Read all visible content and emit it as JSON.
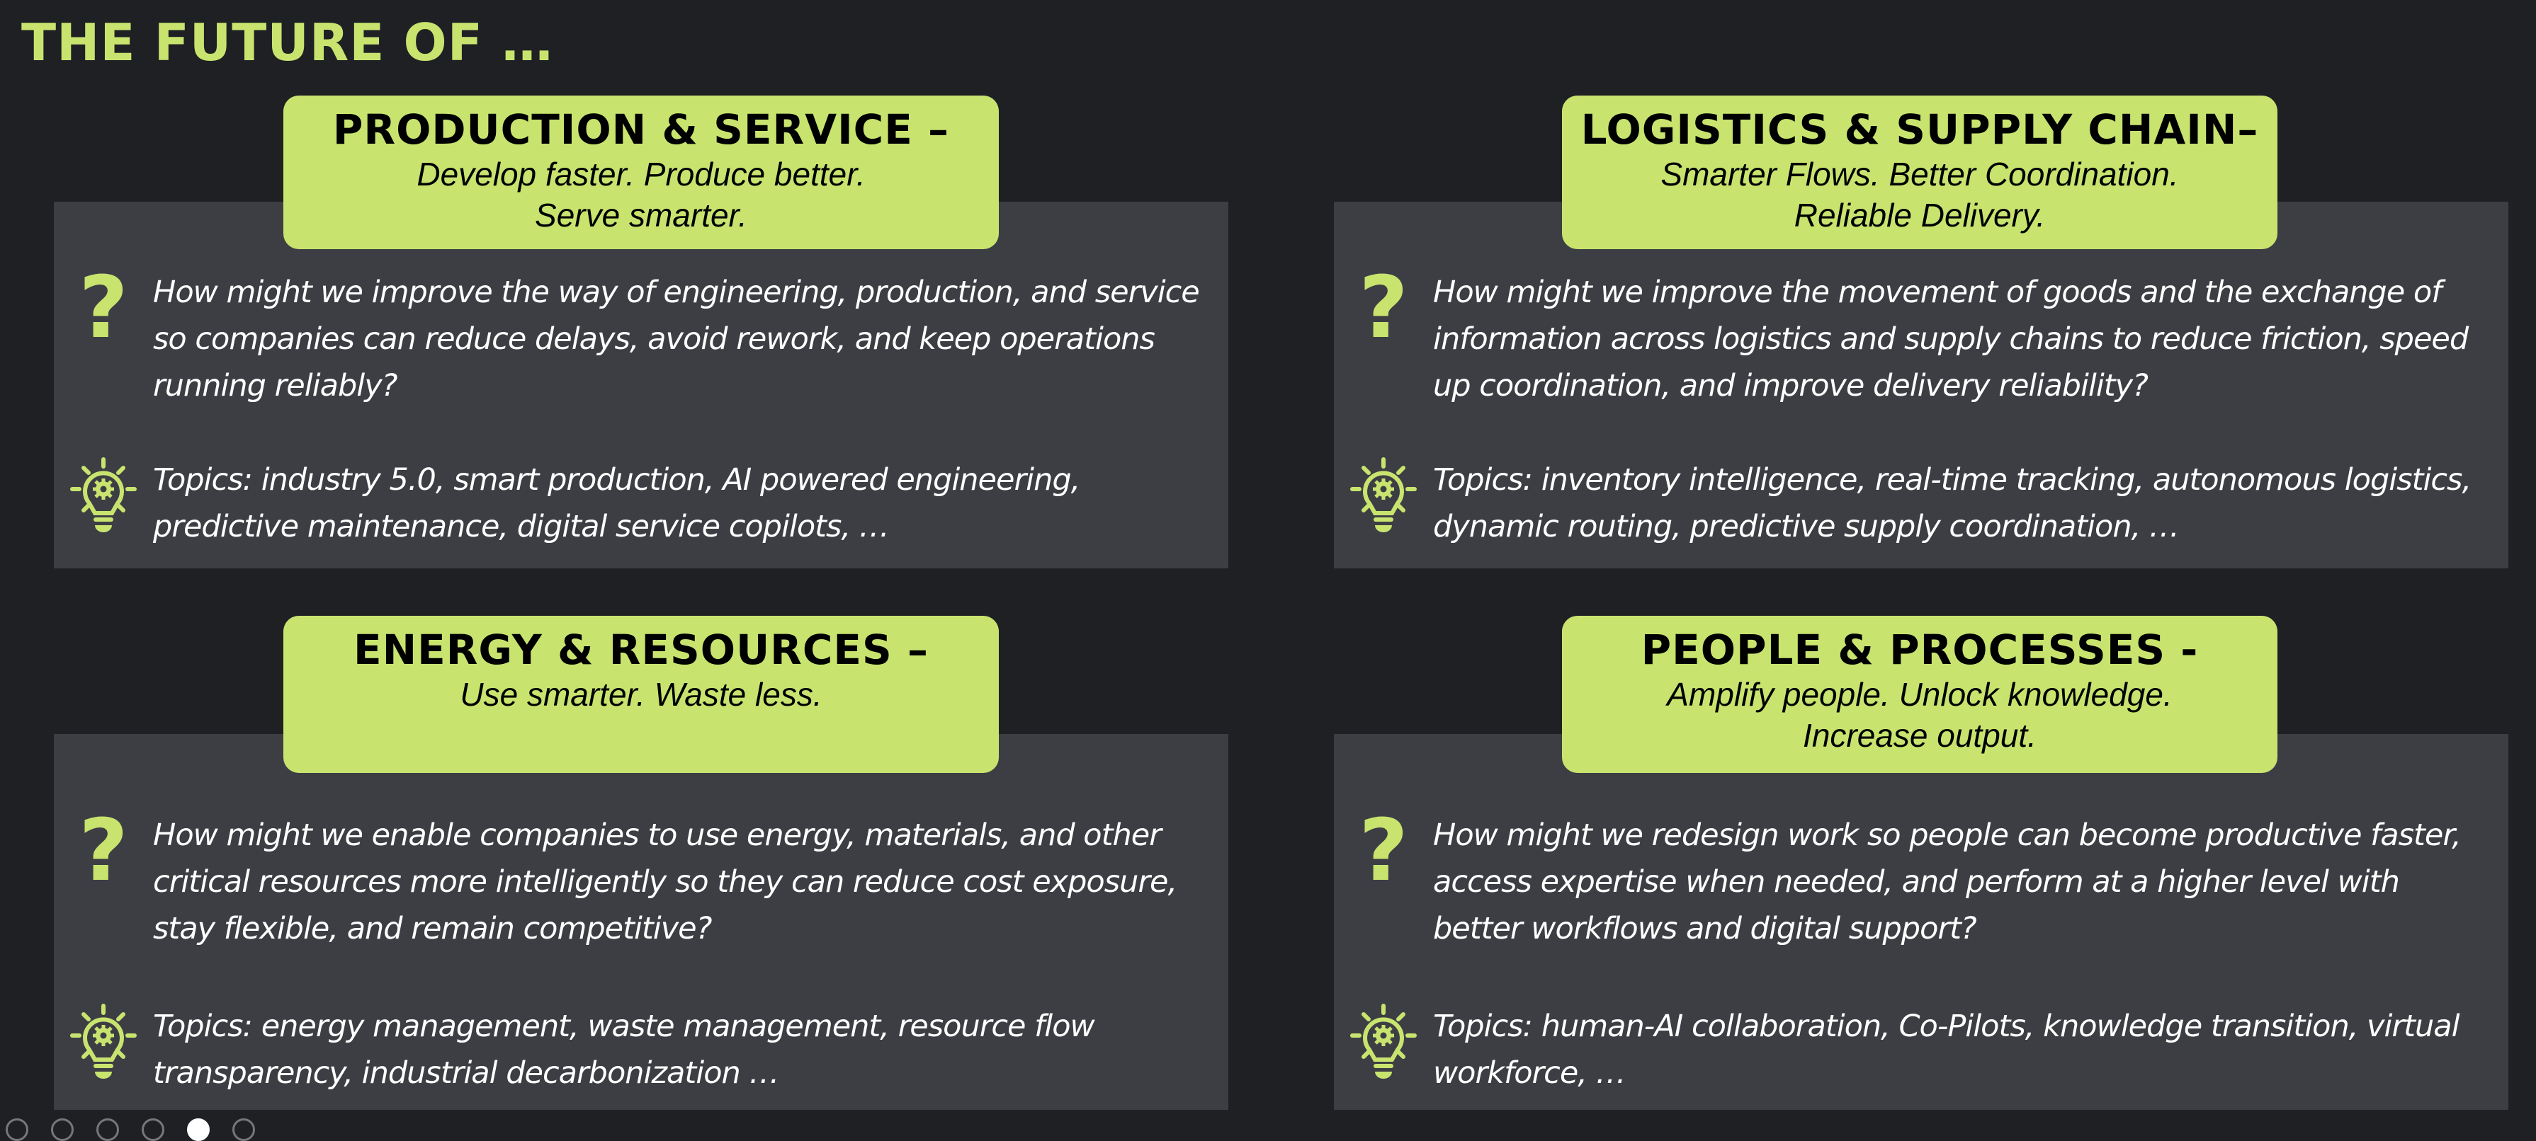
{
  "title": "THE FUTURE OF …",
  "accent_color": "#c8e46f",
  "cards": [
    {
      "heading": "PRODUCTION & SERVICE –",
      "subtitle": [
        "Develop faster. Produce better.",
        "Serve smarter."
      ],
      "question": "How might we improve the way of engineering, production, and service so companies can reduce delays, avoid rework, and keep operations running reliably?",
      "topics": "Topics: industry 5.0, smart production, AI powered engineering, predictive maintenance, digital service copilots, …"
    },
    {
      "heading": "LOGISTICS & SUPPLY CHAIN–",
      "subtitle": [
        "Smarter Flows. Better Coordination.",
        "Reliable Delivery."
      ],
      "question": "How might we improve the movement of goods and the exchange of information across logistics and supply chains to reduce friction, speed up coordination, and improve delivery reliability?",
      "topics": "Topics: inventory intelligence, real-time tracking, autonomous logistics, dynamic routing, predictive supply coordination, …"
    },
    {
      "heading": "ENERGY & RESOURCES –",
      "subtitle": [
        "Use smarter. Waste less.",
        ""
      ],
      "question": "How might we enable companies to use energy, materials, and other critical resources more intelligently so they can reduce cost exposure, stay flexible, and remain competitive?",
      "topics": "Topics: energy management, waste management, resource flow transparency, industrial decarbonization …"
    },
    {
      "heading": "PEOPLE & PROCESSES -",
      "subtitle": [
        "Amplify people. Unlock knowledge.",
        "Increase output."
      ],
      "question": "How might we redesign work so people can become productive faster, access expertise when needed, and perform at a higher level with better workflows and digital support?",
      "topics": "Topics: human-AI collaboration, Co-Pilots, knowledge transition, virtual workforce,  …"
    }
  ],
  "pagination": {
    "total": 6,
    "active_index": 5
  }
}
